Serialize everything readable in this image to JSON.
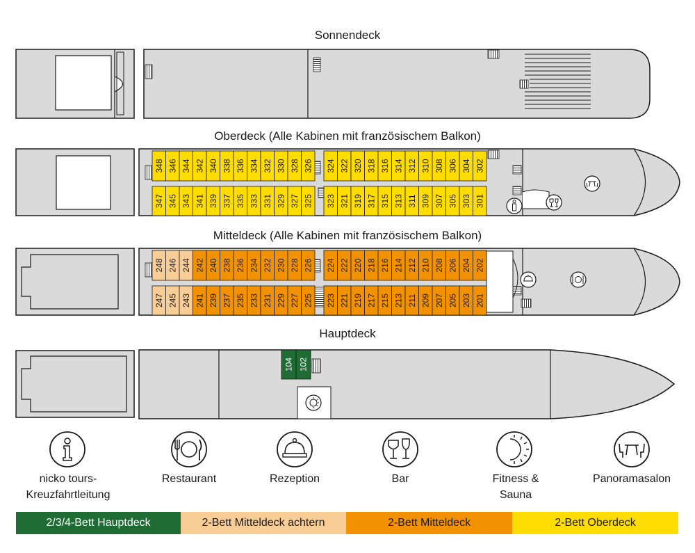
{
  "decks": {
    "sonnendeck": {
      "title": "Sonnendeck"
    },
    "oberdeck": {
      "title": "Oberdeck (Alle Kabinen mit französischem Balkon)",
      "top_aft": [
        "348",
        "346",
        "344",
        "342",
        "340",
        "338",
        "336",
        "334",
        "332",
        "330",
        "328",
        "326"
      ],
      "top_fwd": [
        "324",
        "322",
        "320",
        "318",
        "316",
        "314",
        "312",
        "310",
        "308",
        "306",
        "304",
        "302"
      ],
      "bot_aft": [
        "347",
        "345",
        "343",
        "341",
        "339",
        "337",
        "335",
        "333",
        "331",
        "329",
        "327",
        "325"
      ],
      "bot_fwd": [
        "323",
        "321",
        "319",
        "317",
        "315",
        "313",
        "311",
        "309",
        "307",
        "305",
        "303",
        "301"
      ]
    },
    "mitteldeck": {
      "title": "Mitteldeck (Alle Kabinen mit französischem Balkon)",
      "top_aft": [
        "248",
        "246",
        "244",
        "242",
        "240",
        "238",
        "236",
        "234",
        "232",
        "230",
        "228",
        "226"
      ],
      "top_fwd": [
        "224",
        "222",
        "220",
        "218",
        "216",
        "214",
        "212",
        "210",
        "208",
        "206",
        "204",
        "202"
      ],
      "bot_aft": [
        "247",
        "245",
        "243",
        "241",
        "239",
        "237",
        "235",
        "233",
        "231",
        "229",
        "227",
        "225"
      ],
      "bot_fwd": [
        "223",
        "221",
        "219",
        "217",
        "215",
        "213",
        "211",
        "209",
        "207",
        "205",
        "203",
        "201"
      ]
    },
    "hauptdeck": {
      "title": "Hauptdeck",
      "cabins": [
        "104",
        "102"
      ]
    }
  },
  "legend": {
    "info": {
      "icon": "info-icon",
      "label_line1": "nicko tours-",
      "label_line2": "Kreuzfahrtleitung"
    },
    "restaurant": {
      "icon": "restaurant-icon",
      "label": "Restaurant"
    },
    "rezeption": {
      "icon": "reception-bell-icon",
      "label": "Rezeption"
    },
    "bar": {
      "icon": "wine-glasses-icon",
      "label": "Bar"
    },
    "fitness": {
      "icon": "sun-icon",
      "label_line1": "Fitness &",
      "label_line2": "Sauna"
    },
    "panorama": {
      "icon": "lounge-table-icon",
      "label": "Panoramasalon"
    }
  },
  "category_bar": [
    {
      "label": "2/3/4-Bett Hauptdeck",
      "color": "#1e6b33",
      "text_color": "#ffffff"
    },
    {
      "label": "2-Bett Mitteldeck achtern",
      "color": "#f9cd96",
      "text_color": "#1a1a1a"
    },
    {
      "label": "2-Bett Mitteldeck",
      "color": "#f39200",
      "text_color": "#1a1a1a"
    },
    {
      "label": "2-Bett Oberdeck",
      "color": "#ffdd00",
      "text_color": "#1a1a1a"
    }
  ],
  "colors": {
    "deck_grey": "#dadada",
    "outline": "#1a1a1a",
    "oberdeck_cabin": "#ffdd00",
    "mitteldeck_cabin": "#f39200",
    "mitteldeck_aft_cabin": "#f9cd96",
    "hauptdeck_cabin": "#1e6b33"
  }
}
